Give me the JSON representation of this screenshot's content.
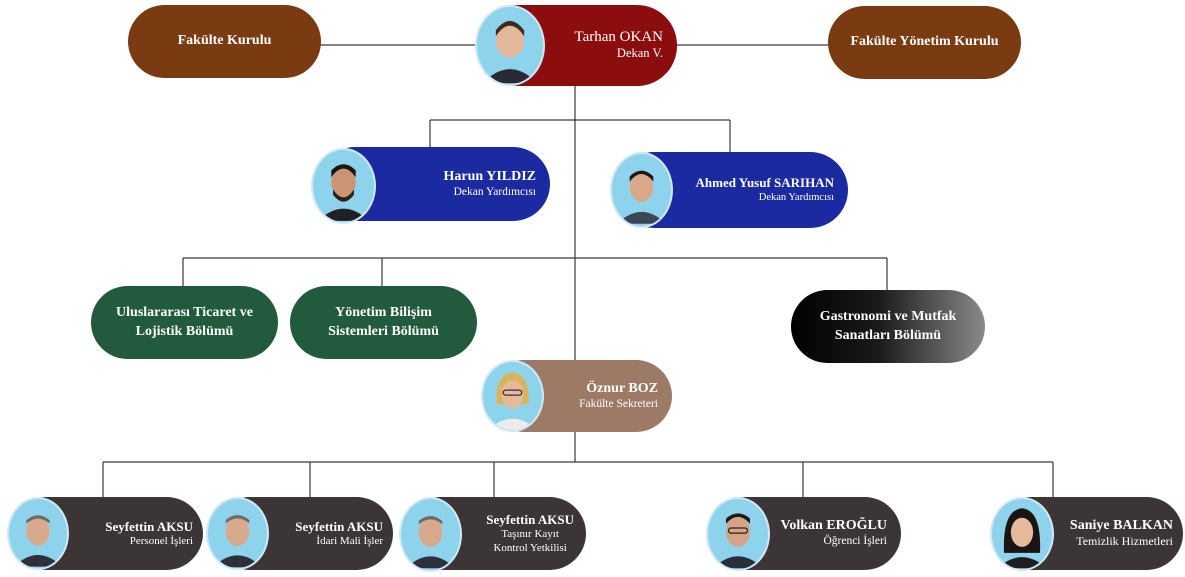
{
  "boards": {
    "faculty_council": "Fakülte Kurulu",
    "faculty_management_board": "Fakülte Yönetim Kurulu"
  },
  "dean": {
    "name": "Tarhan OKAN",
    "role": "Dekan V."
  },
  "vice_deans": [
    {
      "name": "Harun YILDIZ",
      "role": "Dekan Yardımcısı"
    },
    {
      "name": "Ahmed Yusuf SARIHAN",
      "role": "Dekan Yardımcısı"
    }
  ],
  "departments": {
    "international_trade": "Uluslararası Ticaret ve Lojistik Bölümü",
    "mis": "Yönetim Bilişim Sistemleri Bölümü",
    "gastronomy": "Gastronomi ve Mutfak Sanatları Bölümü"
  },
  "secretary": {
    "name": "Öznur BOZ",
    "role": "Fakülte Sekreteri"
  },
  "staff": [
    {
      "name": "Seyfettin AKSU",
      "role": "Personel İşleri"
    },
    {
      "name": "Seyfettin AKSU",
      "role": "İdari Mali İşler"
    },
    {
      "name": "Seyfettin AKSU",
      "role": "Taşınır Kayıt Kontrol Yetkilisi"
    },
    {
      "name": "Volkan EROĞLU",
      "role": "Öğrenci İşleri"
    },
    {
      "name": "Saniye BALKAN",
      "role": "Temizlik Hizmetleri"
    }
  ],
  "colors": {
    "board": "#7a3a12",
    "dean": "#8b0d0d",
    "vice_dean": "#1b2aa0",
    "department": "#215a3c",
    "gastronomy": "#000000",
    "secretary": "#9c7a66",
    "staff": "#3b3536",
    "avatar_bg": "#8ed3ec"
  }
}
